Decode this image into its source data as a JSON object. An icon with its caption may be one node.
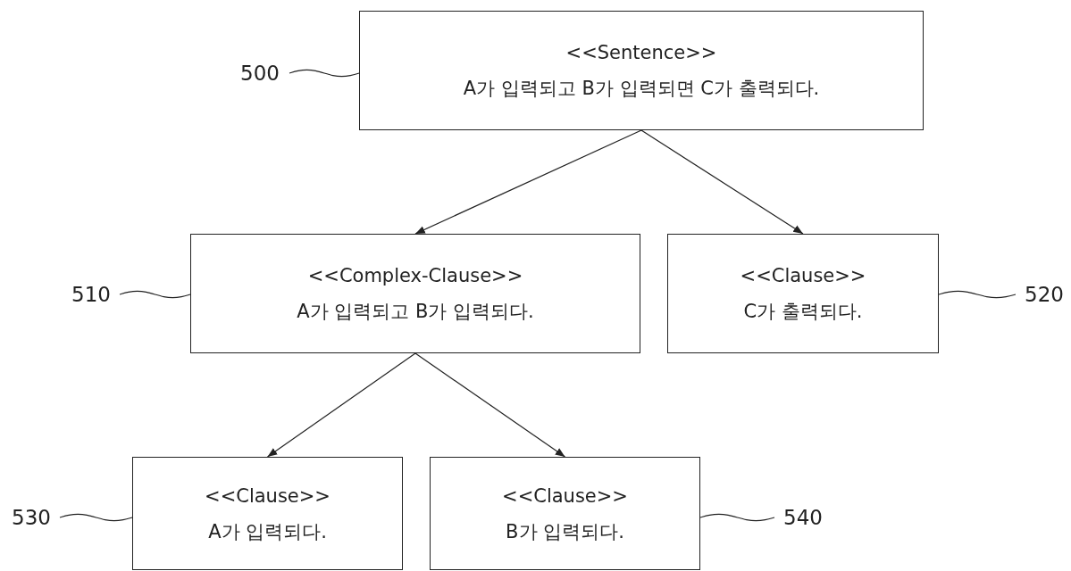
{
  "diagram": {
    "nodes": [
      {
        "text": [
          "<<Sentence>>",
          "A가 입력되고 B가 입력되면 C가 출력되다."
        ]
      },
      {
        "text": [
          "<<Complex-Clause>>",
          "A가 입력되고 B가 입력되다."
        ]
      },
      {
        "text": [
          "<<Clause>>",
          "C가 출력되다."
        ]
      },
      {
        "text": [
          "<<Clause>>",
          "A가 입력되다."
        ]
      },
      {
        "text": [
          "<<Clause>>",
          "B가 입력되다."
        ]
      },
      {
        "text": [
          "500"
        ]
      },
      {
        "text": [
          "510"
        ]
      },
      {
        "text": [
          "520"
        ]
      },
      {
        "text": [
          "530"
        ]
      },
      {
        "text": [
          "540"
        ]
      }
    ],
    "edges": [
      {
        "from": 0,
        "to": 1,
        "arrow": "to"
      },
      {
        "from": 0,
        "to": 2,
        "arrow": "to"
      },
      {
        "from": 1,
        "to": 3,
        "arrow": "to"
      },
      {
        "from": 1,
        "to": 4,
        "arrow": "to"
      },
      {
        "from": 5,
        "to": 0,
        "arrow": "none"
      },
      {
        "from": 6,
        "to": 1,
        "arrow": "none"
      },
      {
        "from": 7,
        "to": 2,
        "arrow": "none"
      },
      {
        "from": 8,
        "to": 3,
        "arrow": "none"
      },
      {
        "from": 9,
        "to": 4,
        "arrow": "none"
      }
    ]
  }
}
